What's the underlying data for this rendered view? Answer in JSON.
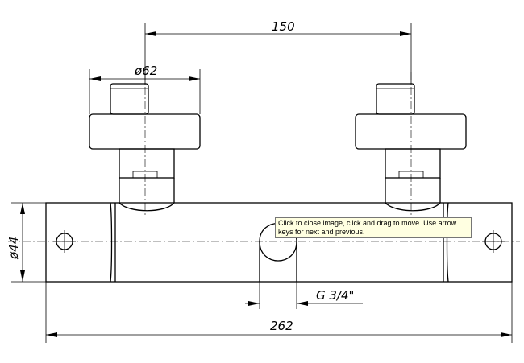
{
  "dimensions": {
    "top_span": "150",
    "knob_diameter": "ø62",
    "body_diameter": "ø44",
    "thread": "G 3/4\"",
    "overall_length": "262"
  },
  "tooltip": {
    "text": "Click to close image, click and drag to move. Use arrow keys for next and previous."
  }
}
